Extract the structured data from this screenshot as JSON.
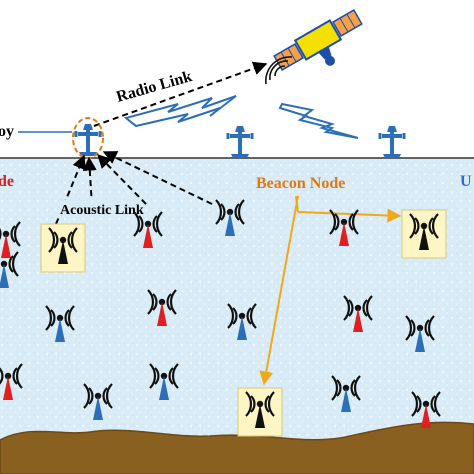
{
  "labels": {
    "radio_link": "Radio Link",
    "acoustic_link": "Acoustic Link",
    "beacon_node": "Beacon Node",
    "buoy_partial": "oy",
    "left_node_partial": "de",
    "right_partial": "U"
  },
  "colors": {
    "sky": "#ffffff",
    "water": "#d8ebf6",
    "water_speckle": "#ffffff",
    "seabed": "#8a6020",
    "seabed_dark": "#6b4915",
    "beacon_box": "#fdf5c4",
    "node_blue": "#2c6fb8",
    "node_red": "#e02020",
    "node_black": "#111111",
    "label_red": "#d81f1f",
    "label_orange": "#e07a10",
    "arrow_orange": "#f0aa18",
    "link_black": "#000000",
    "satellite_body": "#f4e000",
    "satellite_panel": "#f4a14a",
    "satellite_blue": "#1f4ea8"
  },
  "icons": [
    "satellite-icon",
    "buoy-icon",
    "sensor-node-icon",
    "beacon-node-icon"
  ]
}
